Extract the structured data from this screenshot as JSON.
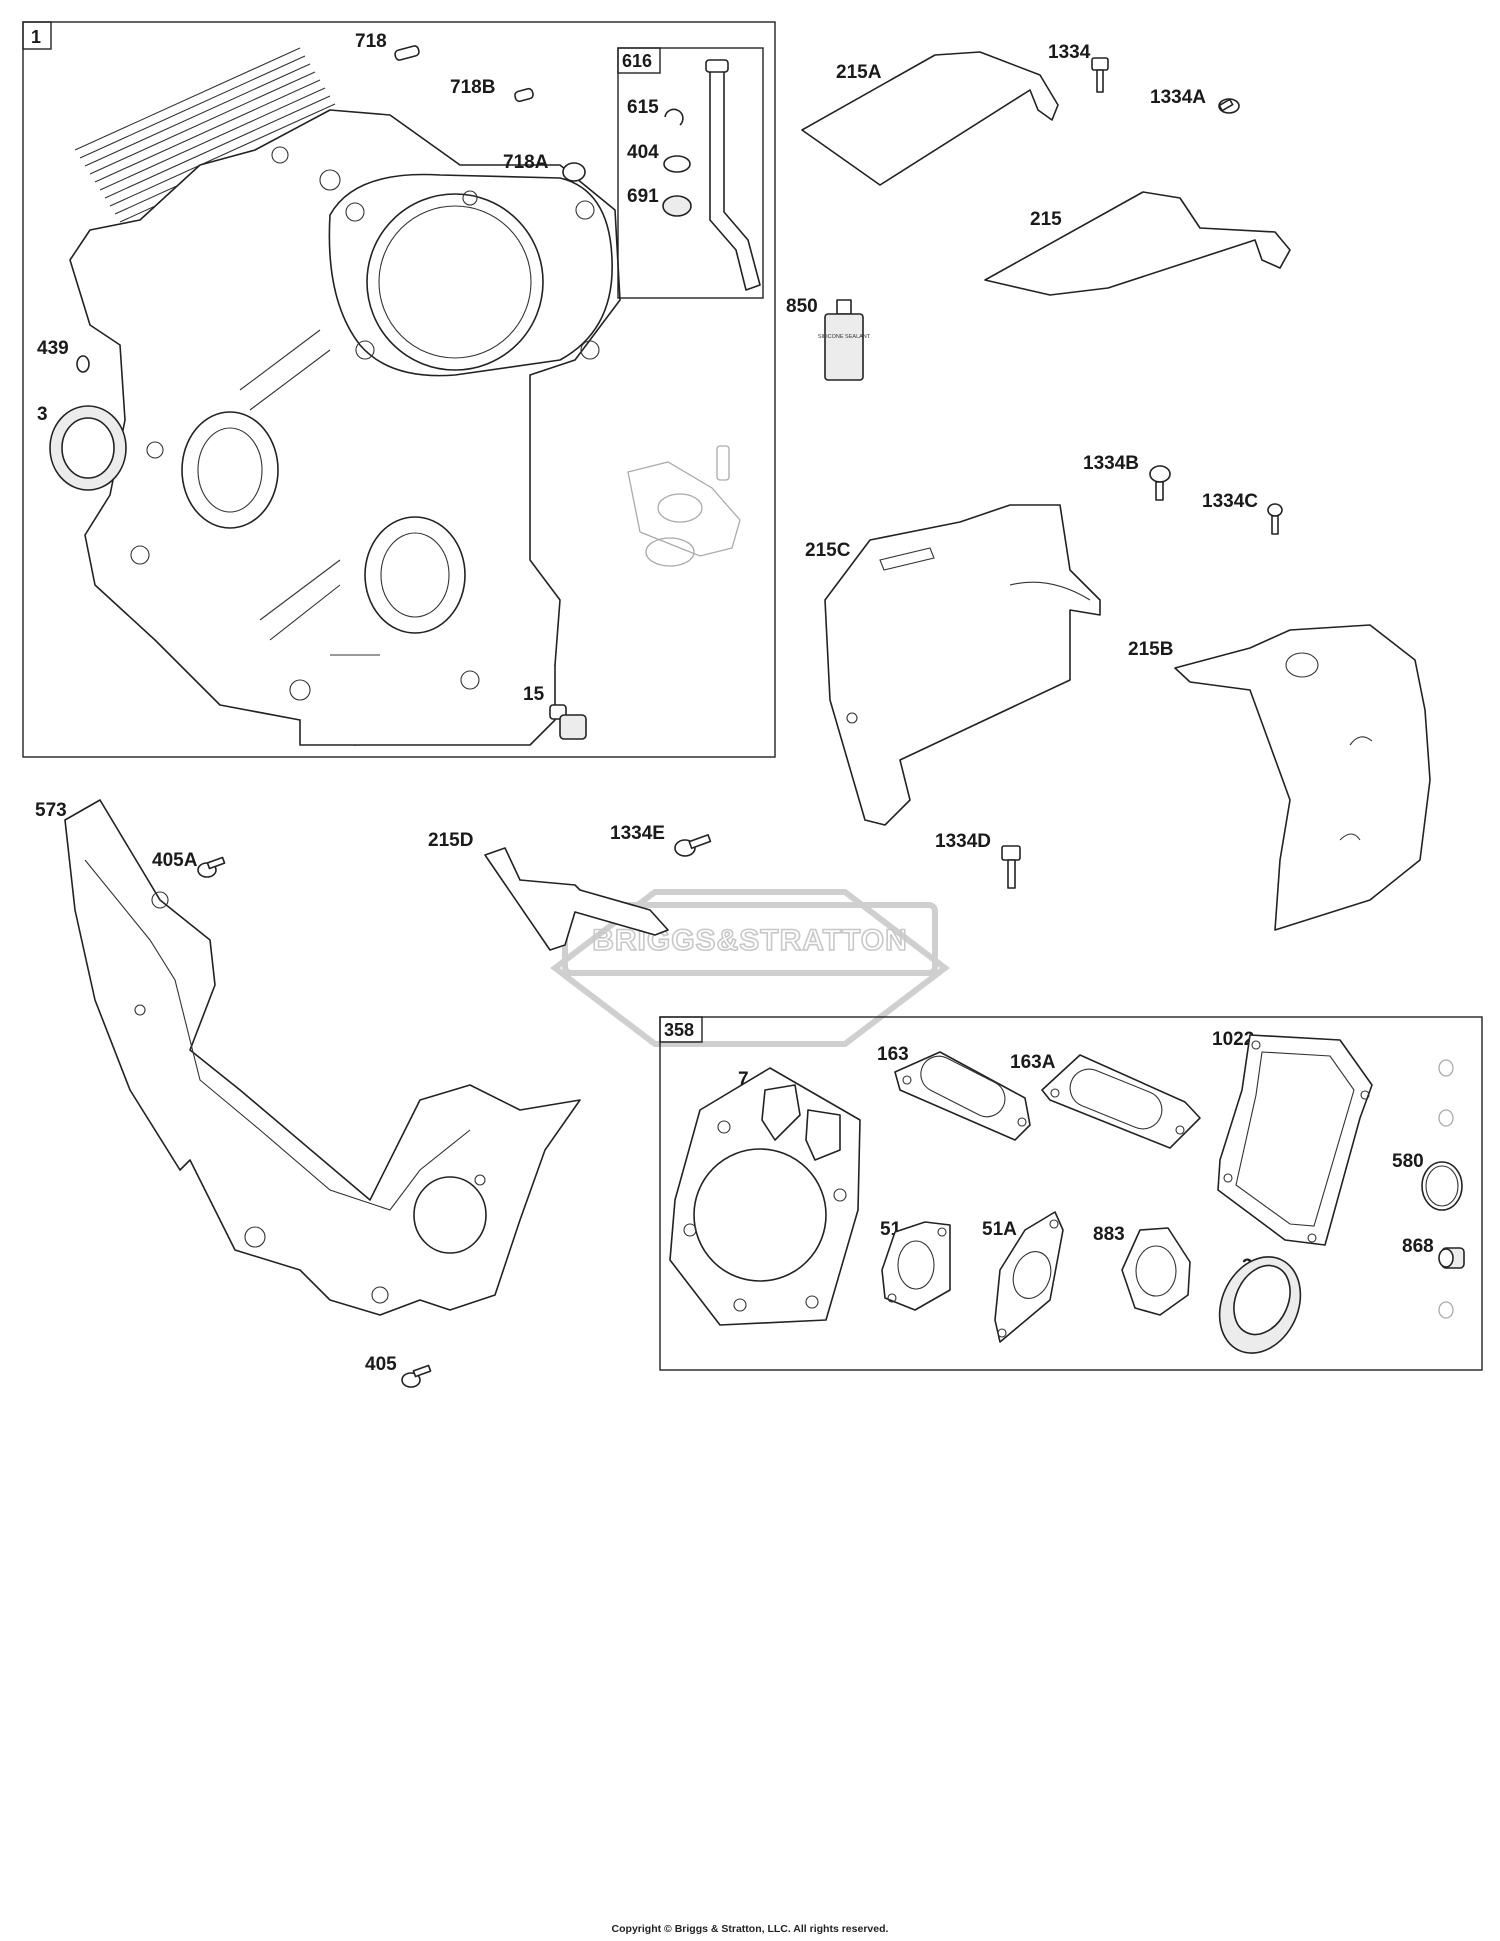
{
  "callouts": {
    "c1": "1",
    "c616": "616",
    "c358": "358",
    "c718": "718",
    "c718B": "718B",
    "c718A": "718A",
    "c615": "615",
    "c404": "404",
    "c691": "691",
    "c439": "439",
    "c3a": "3",
    "c15": "15",
    "c850": "850",
    "c215A": "215A",
    "c1334": "1334",
    "c1334A": "1334A",
    "c215": "215",
    "c1334B": "1334B",
    "c1334C": "1334C",
    "c215C": "215C",
    "c215B": "215B",
    "c573": "573",
    "c405A": "405A",
    "c215D": "215D",
    "c1334E": "1334E",
    "c1334D": "1334D",
    "c405": "405",
    "c7": "7",
    "c163": "163",
    "c163A": "163A",
    "c1022": "1022",
    "c580": "580",
    "c51": "51",
    "c51A": "51A",
    "c883": "883",
    "c3b": "3",
    "c868": "868"
  },
  "watermark": "BRIGGS&STRATTON",
  "tube_label": "SILICONE SEALANT",
  "copyright": "Copyright © Briggs & Stratton, LLC. All rights reserved."
}
